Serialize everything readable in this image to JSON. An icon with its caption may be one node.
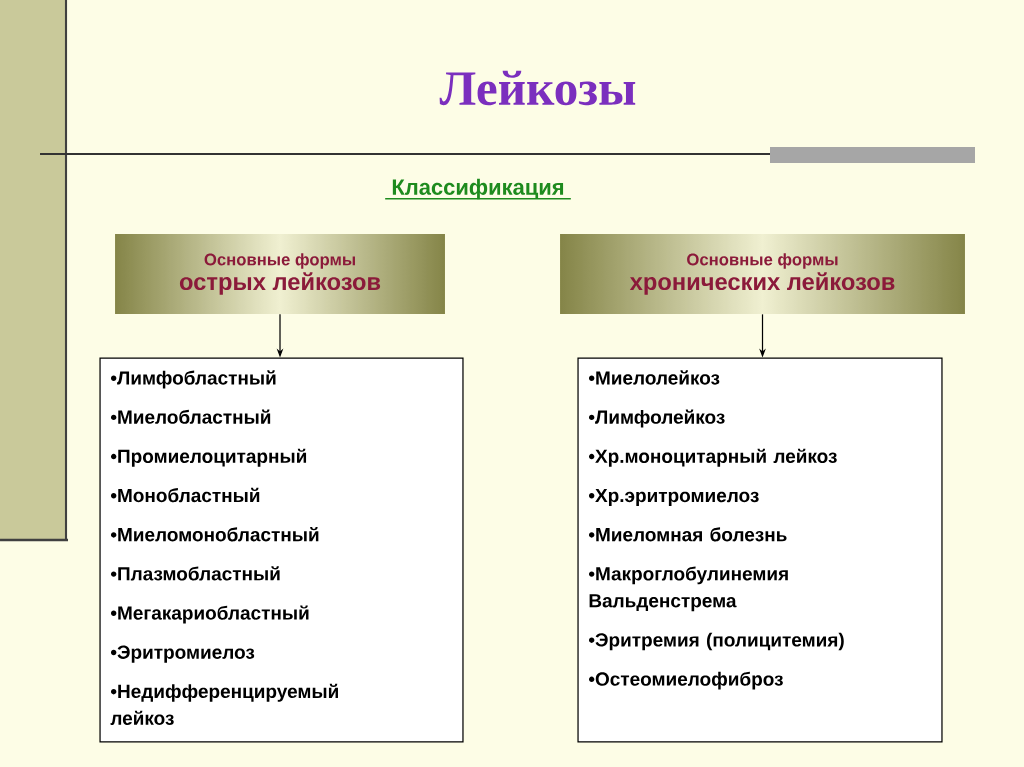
{
  "diagram": {
    "title": "Лейкозы",
    "nodes": [
      {
        "text": [
          "Основные формы",
          "острых лейкозов"
        ]
      },
      {
        "text": [
          "Основные формы",
          "хронических лейкозов"
        ]
      },
      {
        "text": [
          "•Лимфобластный",
          "•Миелобластный",
          "•Промиелоцитарный",
          "•Монобластный",
          "•Миеломонобластный",
          "•Плазмобластный",
          "•Мегакариобластный",
          "•Эритромиелоз",
          "•Недифференцируемый лейкоз"
        ]
      },
      {
        "text": [
          "•Миелолейкоз",
          "•Лимфолейкоз",
          "•Хр.моноцитарный лейкоз",
          "•Хр.эритромиелоз",
          "•Миеломная болезнь",
          "•Макроглобулинемия Вальденстрема",
          "•Эритремия (полицитемия)",
          "•Остеомиелофиброз"
        ]
      }
    ],
    "edges": [
      {
        "from": 0,
        "to": 2,
        "arrow": "to"
      },
      {
        "from": 1,
        "to": 3,
        "arrow": "to"
      }
    ],
    "labels": [
      "Классификация"
    ]
  }
}
